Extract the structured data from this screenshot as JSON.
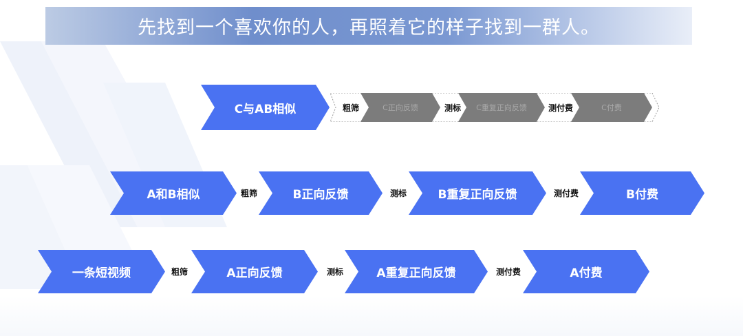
{
  "title": "先找到一个喜欢你的人，再照着它的样子找到一群人。",
  "rows": {
    "top": {
      "start": "C与AB相似",
      "connectors": [
        "粗筛",
        "测标",
        "测付费"
      ],
      "steps": [
        "C正向反馈",
        "C重复正向反馈",
        "C付费"
      ]
    },
    "middle": {
      "start": "A和B相似",
      "connectors": [
        "粗筛",
        "测标",
        "测付费"
      ],
      "steps": [
        "B正向反馈",
        "B重复正向反馈",
        "B付费"
      ]
    },
    "bottom": {
      "start": "一条短视频",
      "connectors": [
        "粗筛",
        "测标",
        "测付费"
      ],
      "steps": [
        "A正向反馈",
        "A重复正向反馈",
        "A付费"
      ]
    }
  },
  "colors": {
    "chevron_blue": "#4a72f2",
    "chevron_grey": "#7c7c7c",
    "title_bar": "#7a98d2"
  }
}
